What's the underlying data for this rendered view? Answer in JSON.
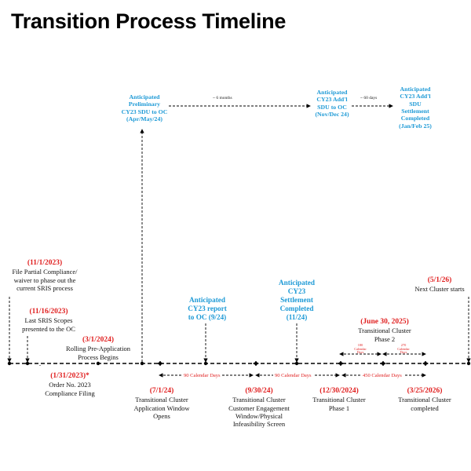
{
  "title": "Transition Process Timeline",
  "left_events": [
    {
      "date": "(11/1/2023)",
      "desc": [
        "File Partial Compliance/",
        "waiver to phase out the",
        "current SRIS process"
      ]
    },
    {
      "date": "(11/16/2023)",
      "desc": [
        "Last SRIS Scopes",
        "presented to the OC"
      ]
    },
    {
      "date": "(3/1/2024)",
      "desc": [
        "Rolling Pre-Application",
        "Process Begins"
      ]
    },
    {
      "date": "(1/31/2023)*",
      "desc": [
        "Order No. 2023",
        "Compliance Filing"
      ]
    }
  ],
  "top_blue": [
    {
      "lines": [
        "Anticipated",
        "Preliminary",
        "CY23 SDU to OC",
        "(Apr/May/24)"
      ]
    },
    {
      "lines": [
        "Anticipated",
        "CY23 Add'l",
        "SDU to OC",
        "(Nov/Dec 24)"
      ]
    },
    {
      "lines": [
        "Anticipated",
        "CY23 Add'l",
        "SDU",
        "Settlement",
        "Completed",
        "(Jan/Feb 25)"
      ]
    }
  ],
  "top_gaps": [
    "~ 6 months",
    "~ 60 days"
  ],
  "mid_blue": [
    {
      "lines": [
        "Anticipated",
        "CY23 report",
        "to OC (9/24)"
      ]
    },
    {
      "lines": [
        "Anticipated",
        "CY23",
        "Settlement",
        "Completed",
        "(11/24)"
      ]
    }
  ],
  "phase2": {
    "date": "(June 30, 2025)",
    "desc": [
      "Transitional Cluster",
      "Phase 2"
    ]
  },
  "next_cluster": {
    "date": "(5/1/26)",
    "desc": [
      "Next Cluster starts"
    ]
  },
  "bottom_events": [
    {
      "date": "(7/1/24)",
      "desc": [
        "Transitional Cluster",
        "Application Window",
        "Opens"
      ]
    },
    {
      "date": "(9/30/24)",
      "desc": [
        "Transitional Cluster",
        "Customer Engagement",
        "Window/Physical",
        "Infeasibility Screen"
      ]
    },
    {
      "date": "(12/30/2024)",
      "desc": [
        "Transitional Cluster",
        "Phase 1"
      ]
    },
    {
      "date": "(3/25/2026)",
      "desc": [
        "Transitional Cluster",
        "completed"
      ]
    }
  ],
  "durations": [
    "90 Calendar Days",
    "90 Calendar Days",
    "450 Calendar Days"
  ],
  "phase_durations": [
    [
      "180",
      "Calendar",
      "Days"
    ],
    [
      "270",
      "Calendar",
      "Days"
    ]
  ]
}
